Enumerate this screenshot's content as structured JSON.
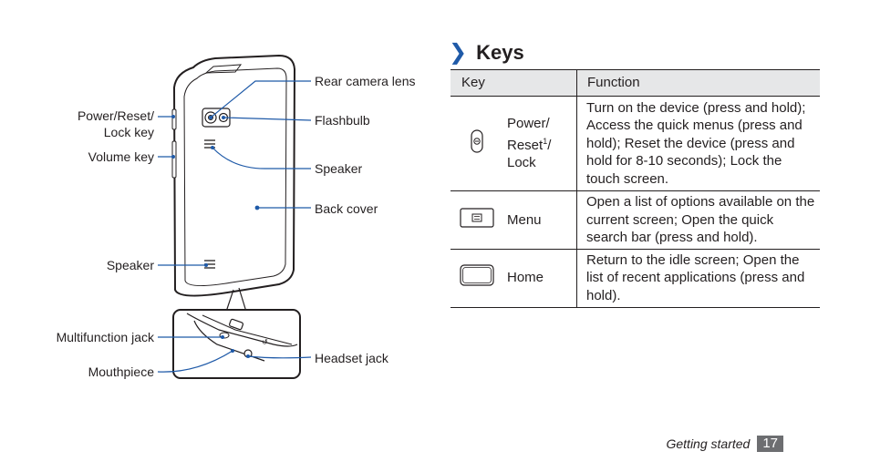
{
  "diagram": {
    "labels": {
      "rear_camera_lens": "Rear camera lens",
      "flashbulb": "Flashbulb",
      "speaker_top": "Speaker",
      "back_cover": "Back cover",
      "power_reset_lock_line1": "Power/Reset/",
      "power_reset_lock_line2": "Lock key",
      "volume_key": "Volume key",
      "speaker_bottom": "Speaker",
      "multifunction_jack": "Multifunction jack",
      "mouthpiece": "Mouthpiece",
      "headset_jack": "Headset jack"
    },
    "leader_color": "#1f5aa8"
  },
  "section": {
    "title": "Keys",
    "chevron": "❯"
  },
  "table": {
    "headers": {
      "key": "Key",
      "function": "Function"
    },
    "rows": [
      {
        "icon": "power-key-icon",
        "name_part1": "Power/",
        "name_part2": "Reset",
        "name_sup": "1",
        "name_part3": "/",
        "name_part4": "Lock",
        "function": "Turn on the device (press and hold); Access the quick menus (press and hold); Reset the device (press and hold for 8-10 seconds); Lock the touch screen."
      },
      {
        "icon": "menu-key-icon",
        "name": "Menu",
        "function": "Open a list of options available on the current screen; Open the quick search bar (press and hold)."
      },
      {
        "icon": "home-key-icon",
        "name": "Home",
        "function": "Return to the idle screen; Open the list of recent applications (press and hold)."
      }
    ]
  },
  "footer": {
    "section": "Getting started",
    "page": "17"
  }
}
